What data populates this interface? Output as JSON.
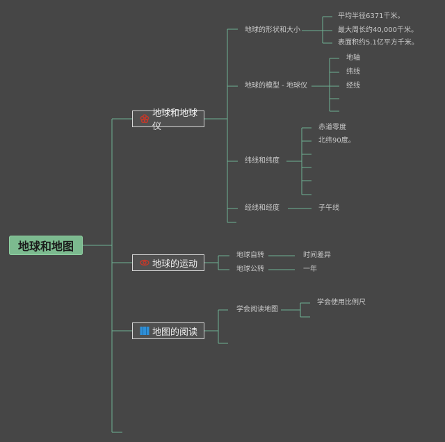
{
  "root": "地球和地图",
  "topics": [
    {
      "label": "地球和地球仪",
      "icon": "flower-icon",
      "subtopics": [
        {
          "label": "地球的形状和大小",
          "details": [
            "平均半径6371千米。",
            "最大周长约40,000千米。",
            "表面积约5.1亿平方千米。"
          ]
        },
        {
          "label": "地球的模型 - 地球仪",
          "details": [
            "地轴",
            "纬线",
            "经线"
          ]
        },
        {
          "label": "纬线和纬度",
          "details": [
            "赤道零度",
            "北纬90度。"
          ]
        },
        {
          "label": "经线和经度",
          "details": [
            "子午线"
          ]
        }
      ]
    },
    {
      "label": "地球的运动",
      "icon": "orbit-icon",
      "subtopics": [
        {
          "label": "地球自转",
          "details": [
            "时间差异"
          ]
        },
        {
          "label": "地球公转",
          "details": [
            "一年"
          ]
        }
      ]
    },
    {
      "label": "地图的阅读",
      "icon": "map-icon",
      "subtopics": [
        {
          "label": "学会阅读地图",
          "details": [
            "学会使用比例尺"
          ]
        }
      ]
    }
  ],
  "colors": {
    "background": "#464646",
    "connector": "#6fb294",
    "root_fill": "#7cba8f",
    "text": "#c9c9c9",
    "flower_icon": "#c0392b",
    "map_icon": "#2e8fd8"
  }
}
